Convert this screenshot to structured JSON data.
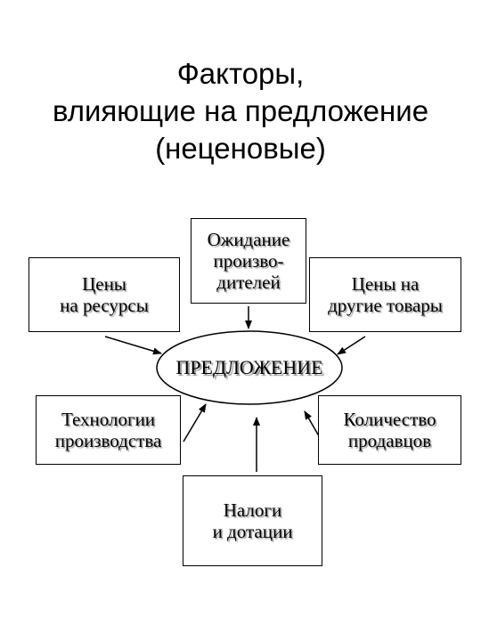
{
  "title": {
    "line1": "Факторы,",
    "line2": "влияющие на предложение",
    "line3": "(неценовые)"
  },
  "center": "ПРЕДЛОЖЕНИЕ",
  "factors": {
    "resources": {
      "line1": "Цены",
      "line2": "на ресурсы"
    },
    "expectations": {
      "line1": "Ожидание",
      "line2": "произво-",
      "line3": "дителей"
    },
    "other_goods": {
      "line1": "Цены на",
      "line2": "другие товары"
    },
    "technology": {
      "line1": "Технологии",
      "line2": "производства"
    },
    "sellers": {
      "line1": "Количество",
      "line2": "продавцов"
    },
    "taxes": {
      "line1": "Налоги",
      "line2": "и дотации"
    }
  }
}
